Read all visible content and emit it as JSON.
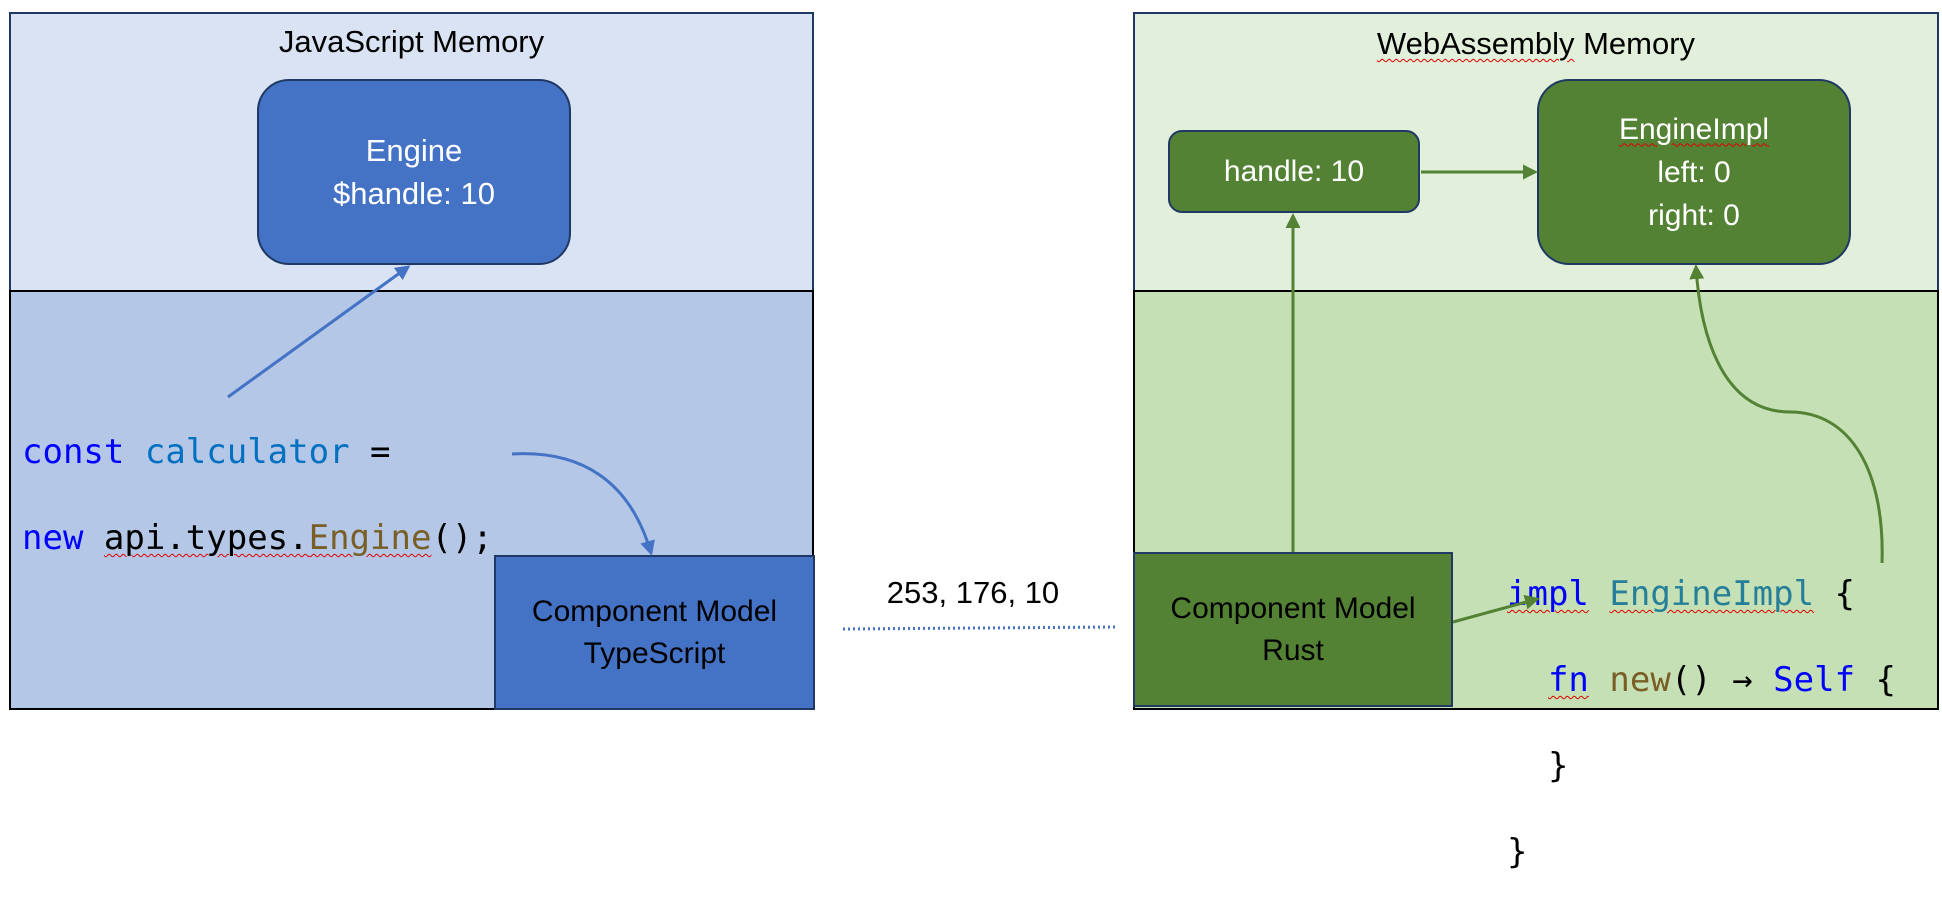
{
  "js_side": {
    "title": "JavaScript Memory",
    "engine_box": {
      "line1": "Engine",
      "line2": "$handle: 10"
    },
    "code": {
      "line1_kw": "const",
      "line1_var": "calculator",
      "line1_rest": " =",
      "line2_kw": "new",
      "line2_ns": "api.types.",
      "line2_fn": "Engine",
      "line2_rest": "();"
    },
    "component_box": {
      "line1": "Component Model",
      "line2": "TypeScript"
    }
  },
  "middle": {
    "label": "253, 176, 10"
  },
  "wasm_side": {
    "title_part1": "WebAssembly",
    "title_part2": " Memory",
    "handle_box": {
      "label": "handle: 10"
    },
    "impl_box": {
      "line1": "EngineImpl",
      "line2": "left: 0",
      "line3": "right: 0"
    },
    "component_box": {
      "line1": "Component Model",
      "line2": "Rust"
    },
    "code": {
      "l1_kw": "impl",
      "l1_type": "EngineImpl",
      "l1_rest": " {",
      "l2_kw": "fn",
      "l2_fn": "new",
      "l2_mid": "() → ",
      "l2_self": "Self",
      "l2_rest": " {",
      "l3": "}",
      "l4": "}"
    }
  },
  "colors": {
    "js_light": "#dae3f3",
    "js_mid": "#b4c7e7",
    "js_box": "#4472c4",
    "wasm_light": "#e2efda",
    "wasm_mid": "#c5e0b4",
    "wasm_box": "#548235"
  }
}
